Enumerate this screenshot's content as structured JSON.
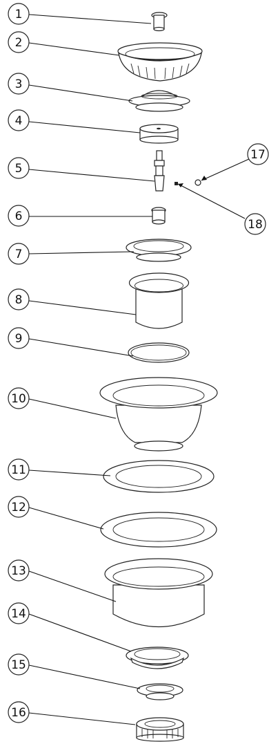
{
  "diagram": {
    "background": "#ffffff",
    "ink": "#111111",
    "callouts": [
      {
        "id": "1",
        "text": "1"
      },
      {
        "id": "2",
        "text": "2"
      },
      {
        "id": "3",
        "text": "3"
      },
      {
        "id": "4",
        "text": "4"
      },
      {
        "id": "5",
        "text": "5"
      },
      {
        "id": "6",
        "text": "6"
      },
      {
        "id": "7",
        "text": "7"
      },
      {
        "id": "8",
        "text": "8"
      },
      {
        "id": "9",
        "text": "9"
      },
      {
        "id": "10",
        "text": "10"
      },
      {
        "id": "11",
        "text": "11"
      },
      {
        "id": "12",
        "text": "12"
      },
      {
        "id": "13",
        "text": "13"
      },
      {
        "id": "14",
        "text": "14"
      },
      {
        "id": "15",
        "text": "15"
      },
      {
        "id": "16",
        "text": "16"
      },
      {
        "id": "17",
        "text": "17"
      },
      {
        "id": "18",
        "text": "18"
      }
    ]
  }
}
